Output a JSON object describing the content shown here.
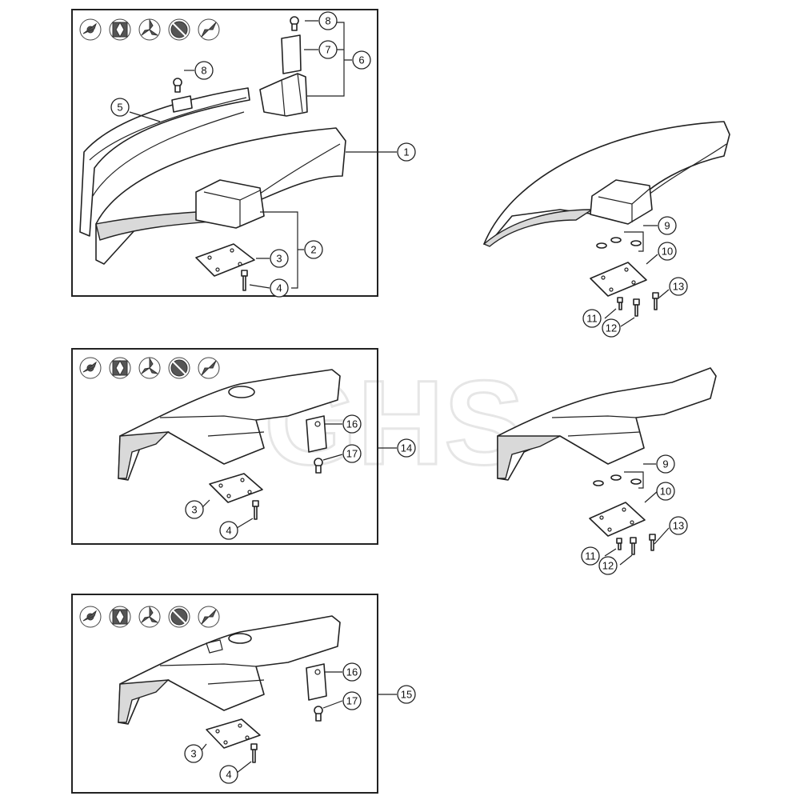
{
  "watermark": "GHS",
  "icons": [
    "brush-knife-icon",
    "four-blade-icon",
    "three-blade-icon",
    "circular-saw-icon",
    "two-blade-icon"
  ],
  "callouts": {
    "c1": "1",
    "c2": "2",
    "c3": "3",
    "c4": "4",
    "c5": "5",
    "c6": "6",
    "c7": "7",
    "c8": "8",
    "c9": "9",
    "c10": "10",
    "c11": "11",
    "c12": "12",
    "c13": "13",
    "c14": "14",
    "c15": "15",
    "c16": "16",
    "c17": "17"
  }
}
